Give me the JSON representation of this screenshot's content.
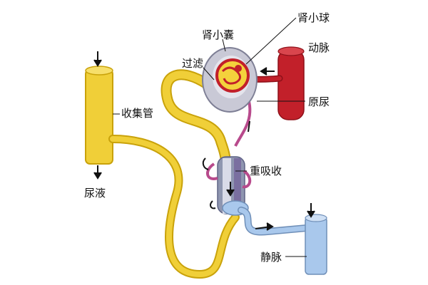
{
  "labels": {
    "glomerulus": "肾小球",
    "bowman_capsule": "肾小囊",
    "artery": "动脉",
    "filtration": "过滤",
    "primary_urine": "原尿",
    "collecting_duct": "收集管",
    "reabsorption": "重吸收",
    "urine": "尿液",
    "vein": "静脉"
  },
  "colors": {
    "tubule": "#f0cf38",
    "tubule_edge": "#c9a20a",
    "artery": "#c2202a",
    "vein": "#a9c8ec",
    "capsule": "#c9c9d6",
    "capillary": "#b84a8c"
  }
}
